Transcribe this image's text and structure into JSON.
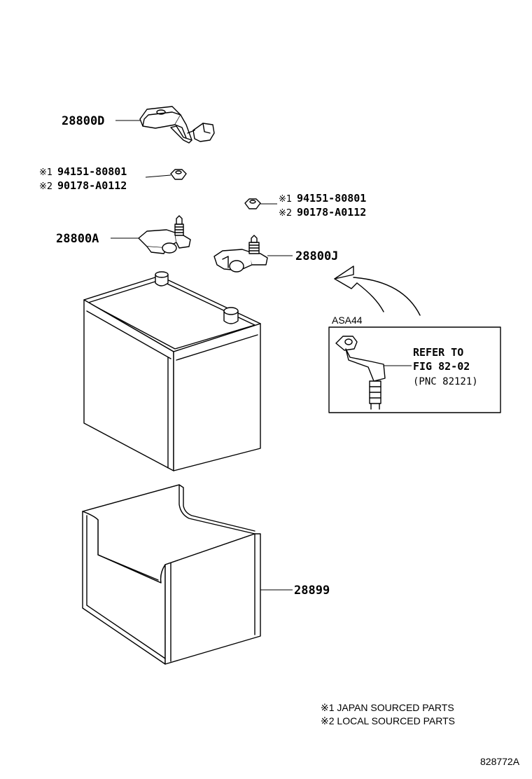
{
  "parts": {
    "bracket_d": "28800D",
    "nut_left": {
      "code1": "94151-80801",
      "code2": "90178-A0112"
    },
    "nut_right": {
      "code1": "94151-80801",
      "code2": "90178-A0112"
    },
    "terminal_a": "28800A",
    "terminal_j": "28800J",
    "tray": "28899"
  },
  "marks": {
    "m1": "※1",
    "m2": "※2"
  },
  "inset": {
    "title": "ASA44",
    "refer_line1": "REFER TO",
    "refer_line2": "FIG 82-02",
    "refer_line3": "(PNC 82121)"
  },
  "legend": {
    "note1": "※1 JAPAN SOURCED PARTS",
    "note2": "※2 LOCAL SOURCED PARTS"
  },
  "figure_id": "828772A"
}
